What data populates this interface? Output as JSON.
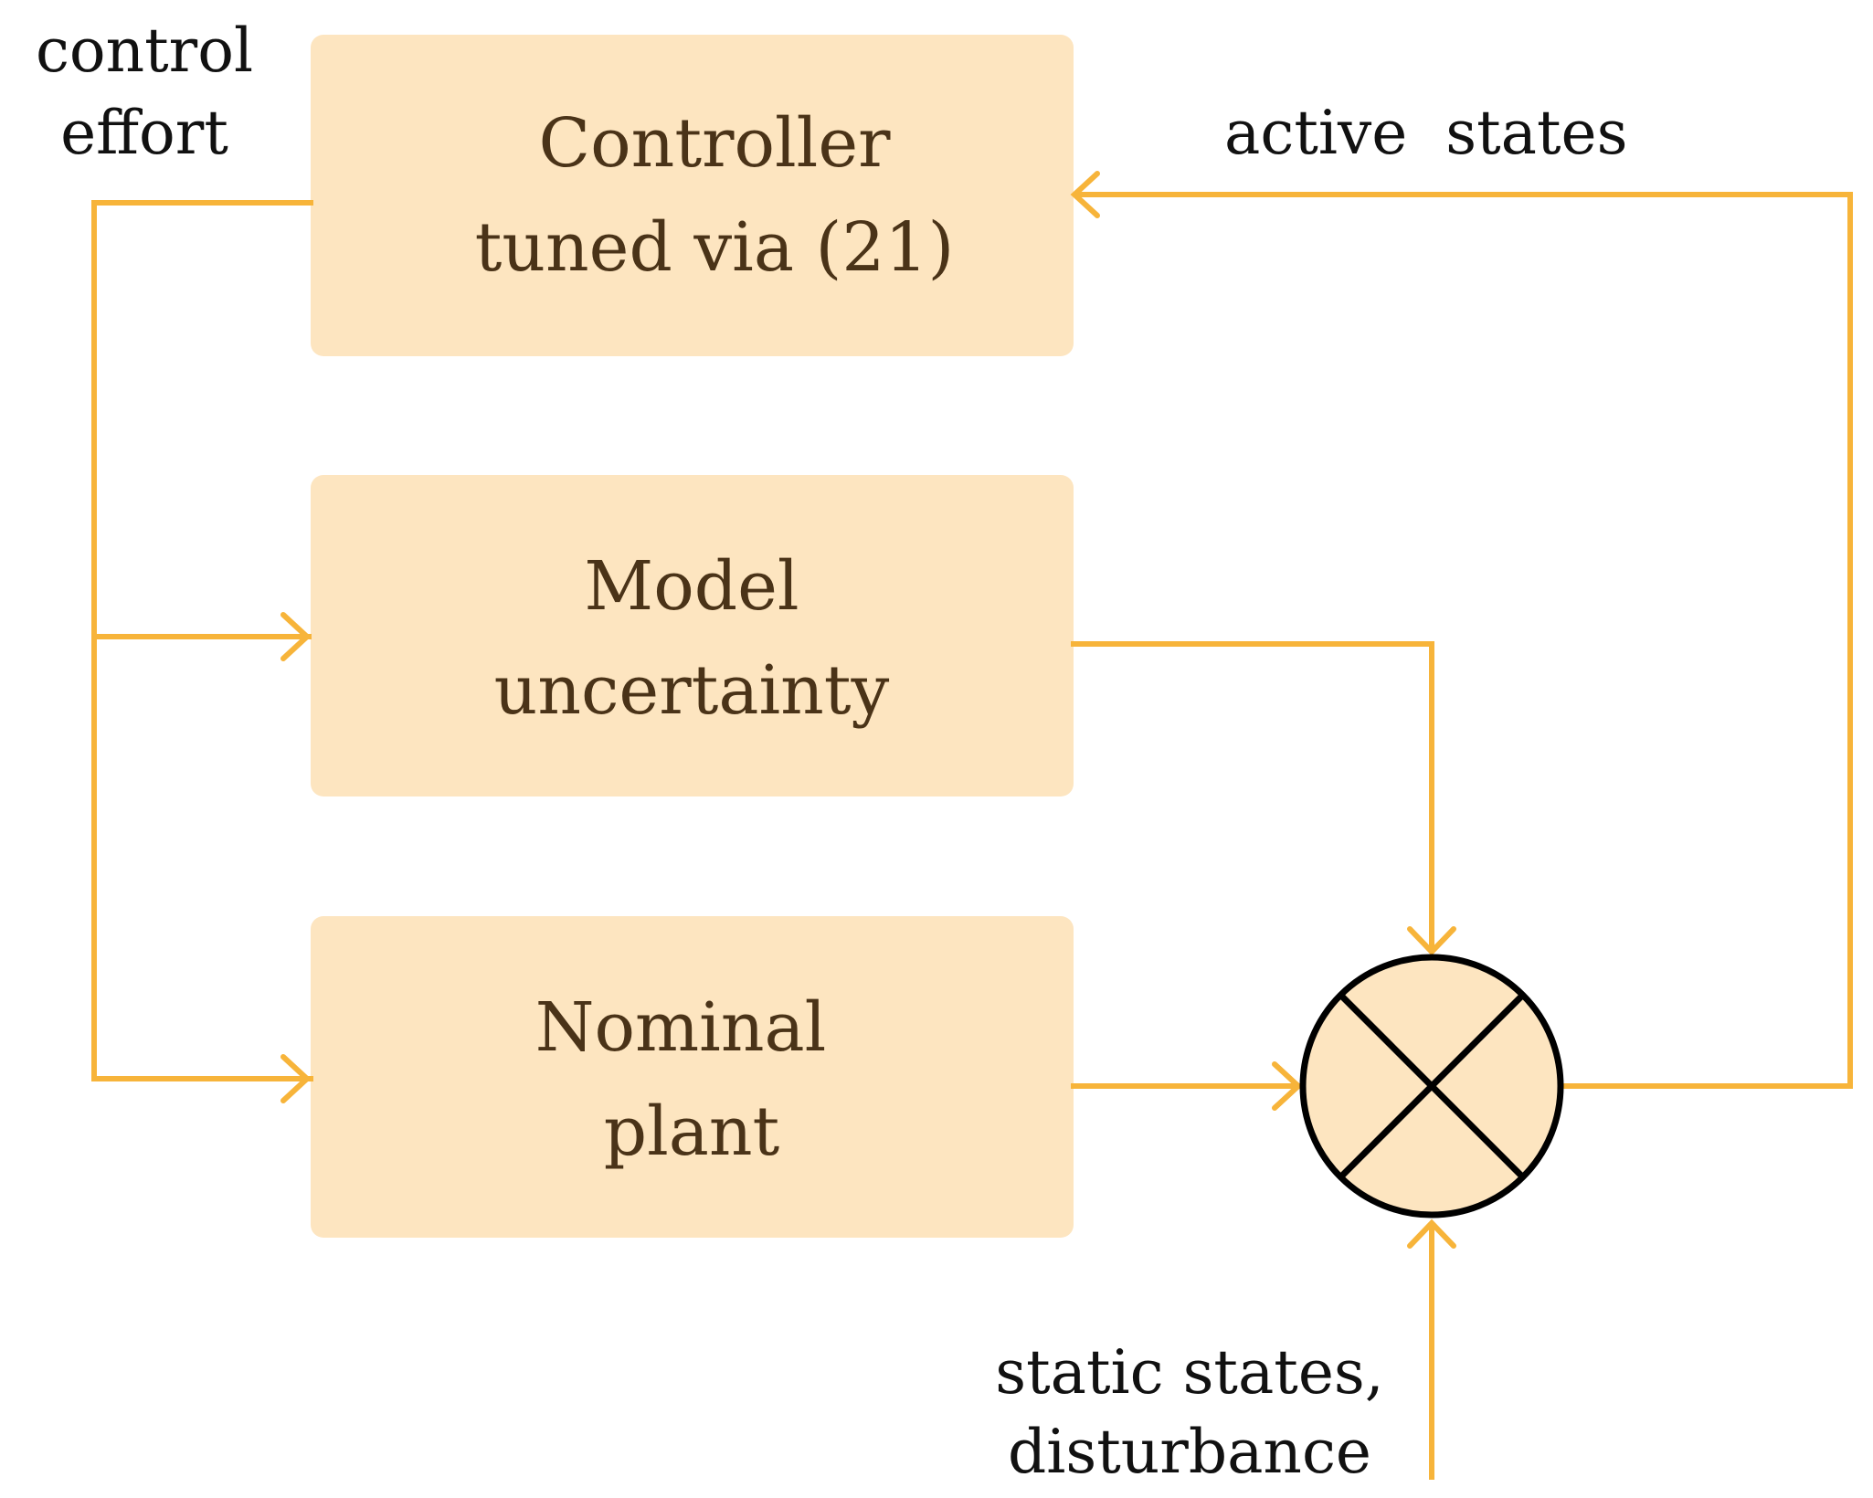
{
  "colors": {
    "block_fill": "#fde5c0",
    "wire": "#f7b43a",
    "block_text": "#4a3318",
    "signal_text": "#111111",
    "junction_stroke": "#000000",
    "junction_fill": "#fde5c0"
  },
  "blocks": {
    "controller": {
      "line1": "Controller",
      "line2": "tuned via (21)"
    },
    "uncertainty": {
      "line1": "Model",
      "line2": "uncertainty"
    },
    "plant": {
      "line1": "Nominal",
      "line2": "plant"
    }
  },
  "signals": {
    "control_effort": {
      "line1": "control",
      "line2": "effort"
    },
    "active_states": {
      "line1": "active  states"
    },
    "static_states": {
      "line1": "static states,",
      "line2": "disturbance"
    }
  },
  "junction": {
    "symbol": "summing-junction-cross"
  }
}
